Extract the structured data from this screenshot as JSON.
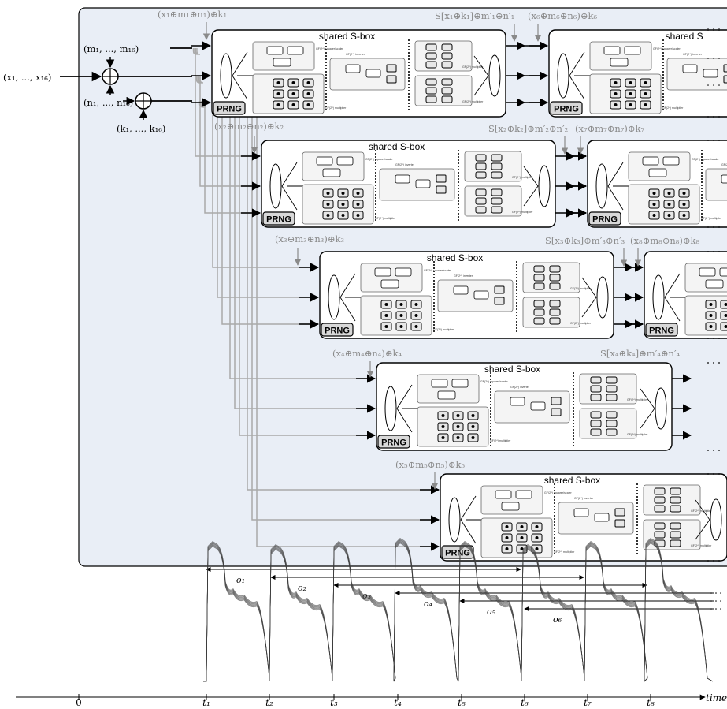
{
  "inputs": {
    "x": "(x₁, ..., x₁₆)",
    "m": "(m₁, ..., m₁₆)",
    "n": "(n₁, ..., n₁₆)",
    "k": "(k₁, ..., k₁₆)"
  },
  "rows": [
    {
      "input_label": "(x₁⊕m₁⊕n₁)⊕k₁",
      "output_label": "S[x₁⊕k₁]⊕m′₁⊕n′₁",
      "next_label": "(x₆⊕m₆⊕n₆)⊕k₆",
      "sbox_title": "shared S-box",
      "next_sbox_title": "shared S",
      "prng": "PRNG"
    },
    {
      "input_label": "(x₂⊕m₂⊕n₂)⊕k₂",
      "output_label": "S[x₂⊕k₂]⊕m′₂⊕n′₂",
      "next_label": "(x₇⊕m₇⊕n₇)⊕k₇",
      "sbox_title": "shared S-box",
      "next_sbox_title": "",
      "prng": "PRNG"
    },
    {
      "input_label": "(x₃⊕m₃⊕n₃)⊕k₃",
      "output_label": "S[x₃⊕k₃]⊕m′₃⊕n′₃",
      "next_label": "(x₈⊕m₈⊕n₈)⊕k₈",
      "sbox_title": "shared S-box",
      "next_sbox_title": "",
      "prng": "PRNG"
    },
    {
      "input_label": "(x₄⊕m₄⊕n₄)⊕k₄",
      "output_label": "S[x₄⊕k₄]⊕m′₄⊕n′₄",
      "next_label": "",
      "sbox_title": "shared S-box",
      "next_sbox_title": "",
      "prng": "PRNG"
    },
    {
      "input_label": "(x₅⊕m₅⊕n₅)⊕k₅",
      "output_label": "",
      "next_label": "",
      "sbox_title": "shared S-box",
      "next_sbox_title": "",
      "prng": "PRNG"
    }
  ],
  "sbox_sublabels": {
    "squarer": "GF(2⁴) squarer/scaler",
    "inverter": "GF(2⁴) inverter",
    "multiplier": "GF(2⁴) multiplier"
  },
  "overlaps": [
    "o₁",
    "o₂",
    "o₃",
    "o₄",
    "o₅",
    "o₆"
  ],
  "time_axis": {
    "ticks": [
      "0",
      "t₁",
      "t₂",
      "t₃",
      "t₄",
      "t₅",
      "t₆",
      "t₇",
      "t₈"
    ],
    "label": "time"
  },
  "colors": {
    "panel_bg": "#e9eef6",
    "gray_label": "#8a8a8a",
    "wire_gray": "#a9a9a9",
    "stroke": "#000000"
  }
}
